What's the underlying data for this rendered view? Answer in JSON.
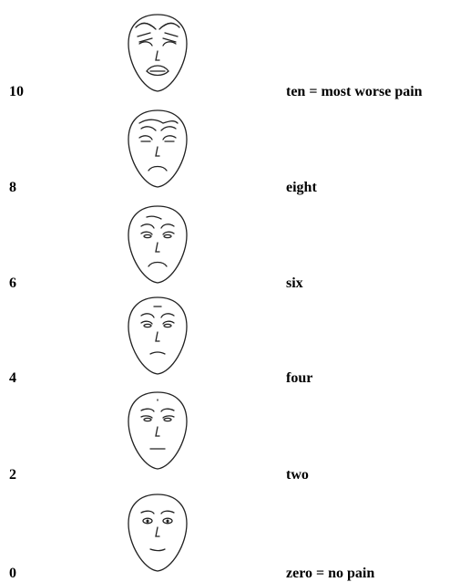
{
  "levels": [
    {
      "value": "10",
      "label": "ten = most worse pain",
      "face_icon": "face-pain-10-icon"
    },
    {
      "value": "8",
      "label": "eight",
      "face_icon": "face-pain-8-icon"
    },
    {
      "value": "6",
      "label": "six",
      "face_icon": "face-pain-6-icon"
    },
    {
      "value": "4",
      "label": "four",
      "face_icon": "face-pain-4-icon"
    },
    {
      "value": "2",
      "label": "two",
      "face_icon": "face-pain-2-icon"
    },
    {
      "value": "0",
      "label": "zero = no pain",
      "face_icon": "face-pain-0-icon"
    }
  ],
  "colors": {
    "line": "#222222",
    "text": "#000000",
    "background": "#ffffff"
  }
}
